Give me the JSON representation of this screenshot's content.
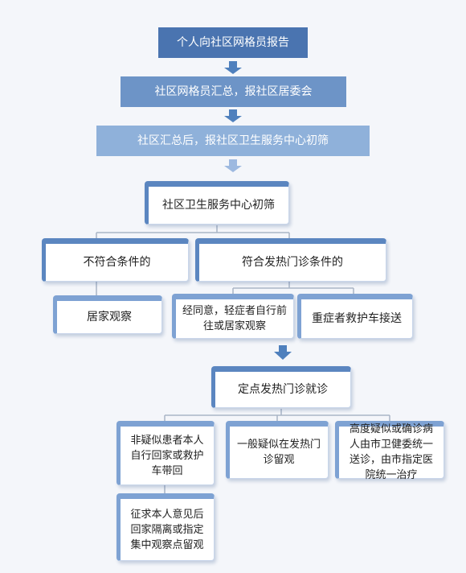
{
  "steps": {
    "s1": "个人向社区网格员报告",
    "s2": "社区网格员汇总，报社区居委会",
    "s3": "社区汇总后，报社区卫生服务中心初筛",
    "s4": "社区卫生服务中心初筛"
  },
  "branches": {
    "not_eligible": "不符合条件的",
    "eligible": "符合发热门诊条件的",
    "home_observe": "居家观察",
    "mild": "经同意，轻症者自行前往或居家观察",
    "severe": "重症者救护车接送",
    "clinic": "定点发热门诊就诊"
  },
  "outcomes": {
    "non_suspected": "非疑似患者本人自行回家或救护车带回",
    "general_suspected": "一般疑似在发热门诊留观",
    "high_suspected": "高度疑似或确诊病人由市卫健委统一送诊，由市指定医院统一治疗",
    "consent_isolate": "征求本人意见后回家隔离或指定集中观察点留观"
  },
  "colors": {
    "dark_blue": "#4a74b0",
    "mid_blue": "#6d94c7",
    "light_blue": "#8fb1da",
    "arrow": "#4f80bd",
    "connector": "#a9b5c6"
  }
}
